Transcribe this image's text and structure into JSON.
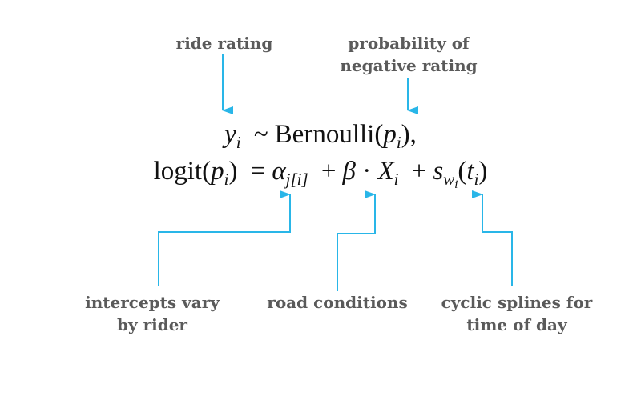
{
  "labels": {
    "ride_rating": "ride rating",
    "probability": [
      "probability of",
      "negative rating"
    ],
    "intercepts": [
      "intercepts vary",
      "by rider"
    ],
    "road": "road conditions",
    "splines": [
      "cyclic splines for",
      "time of day"
    ]
  },
  "equation": {
    "line1": {
      "y": "y",
      "y_sub": "i",
      "tilde": "~",
      "dist": "Bernoulli(",
      "p": "p",
      "p_sub": "i",
      "close": "),"
    },
    "line2": {
      "logit": "logit(",
      "p": "p",
      "p_sub": "i",
      "close": ")",
      "eq": "=",
      "alpha": "α",
      "alpha_sub": "j[i]",
      "plus1": "+",
      "beta": "β",
      "dot": "·",
      "X": "X",
      "X_sub": "i",
      "plus2": "+",
      "s": "s",
      "s_sub": "w",
      "s_subsub": "i",
      "t_open": "(",
      "t": "t",
      "t_sub": "i",
      "t_close": ")"
    }
  },
  "colors": {
    "arrow": "#29b6e8",
    "label": "#5a5a5a",
    "equation": "#111111"
  }
}
